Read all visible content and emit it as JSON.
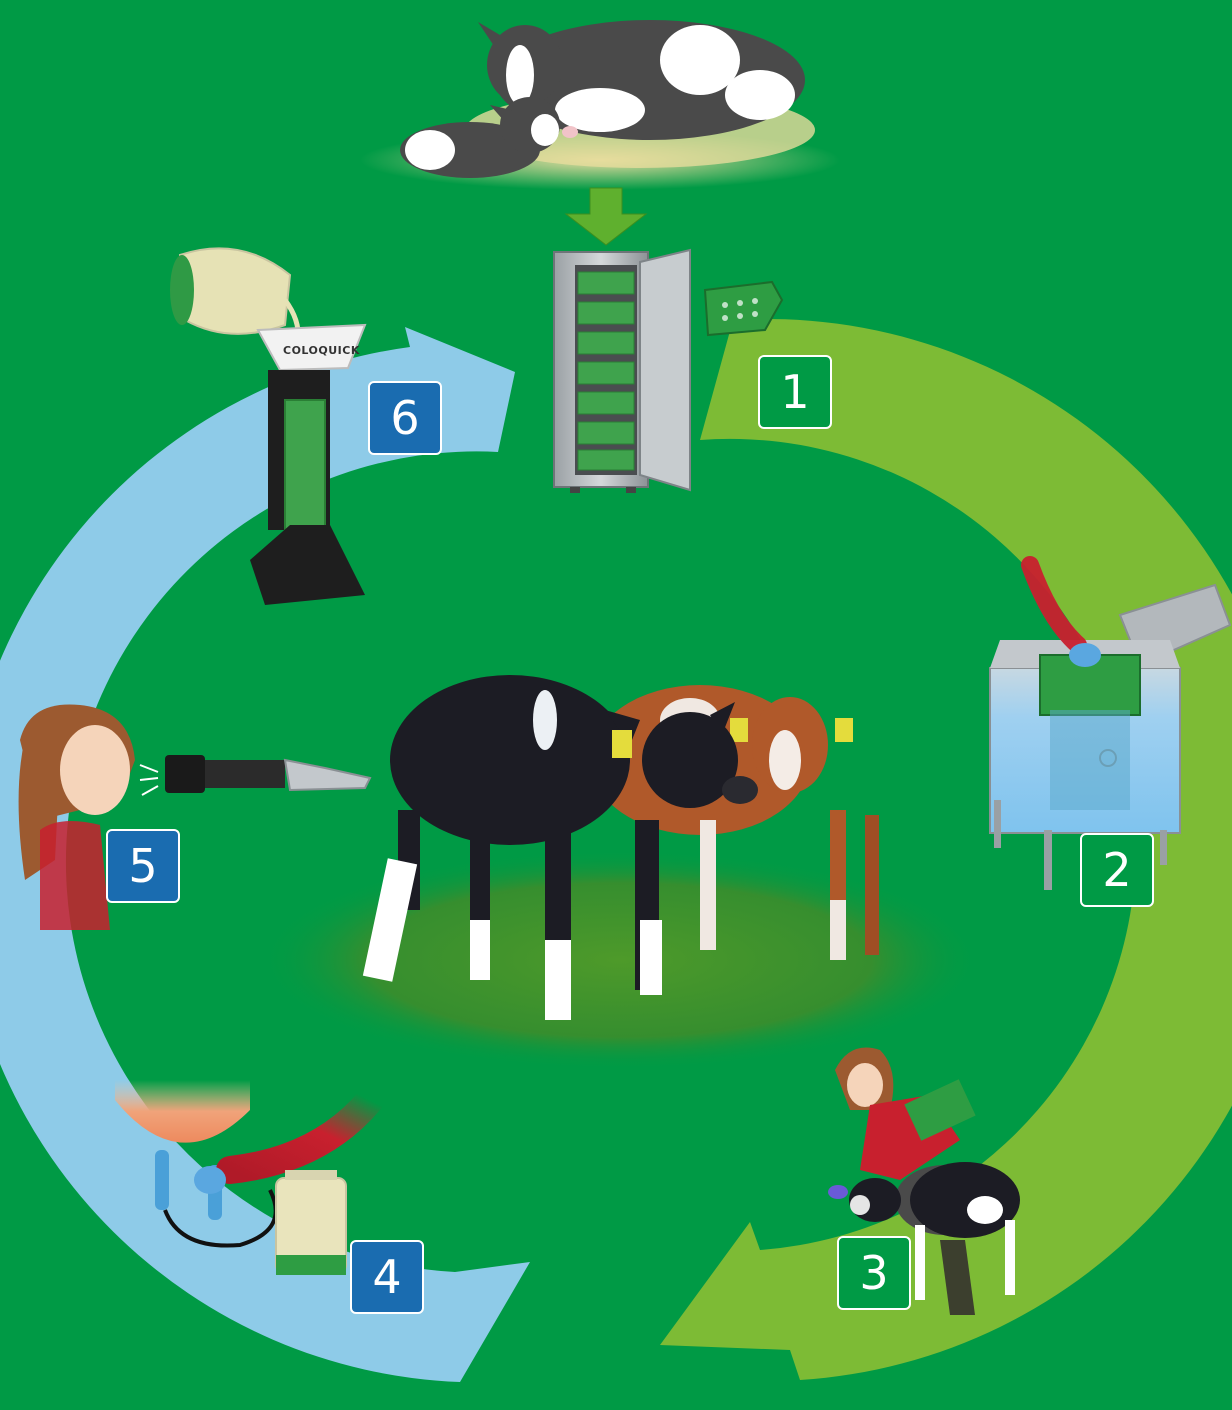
{
  "colors": {
    "background": "#009a45",
    "green_arrow": "#7dbb35",
    "blue_arrow": "#8ecbe8",
    "badge_green": "#009a45",
    "badge_blue": "#1a6cb0"
  },
  "steps": [
    {
      "number": "1",
      "color": "green"
    },
    {
      "number": "2",
      "color": "green"
    },
    {
      "number": "3",
      "color": "green"
    },
    {
      "number": "4",
      "color": "blue"
    },
    {
      "number": "5",
      "color": "blue"
    },
    {
      "number": "6",
      "color": "blue"
    }
  ],
  "brand_label": "COLOQUICK",
  "illustrations": [
    "cow-with-calf",
    "freezer-with-bags",
    "colostrum-bag",
    "thawing-machine",
    "feeding-calf",
    "milking-cow",
    "refractometer",
    "bag-filling-stand",
    "two-calves-photo"
  ]
}
